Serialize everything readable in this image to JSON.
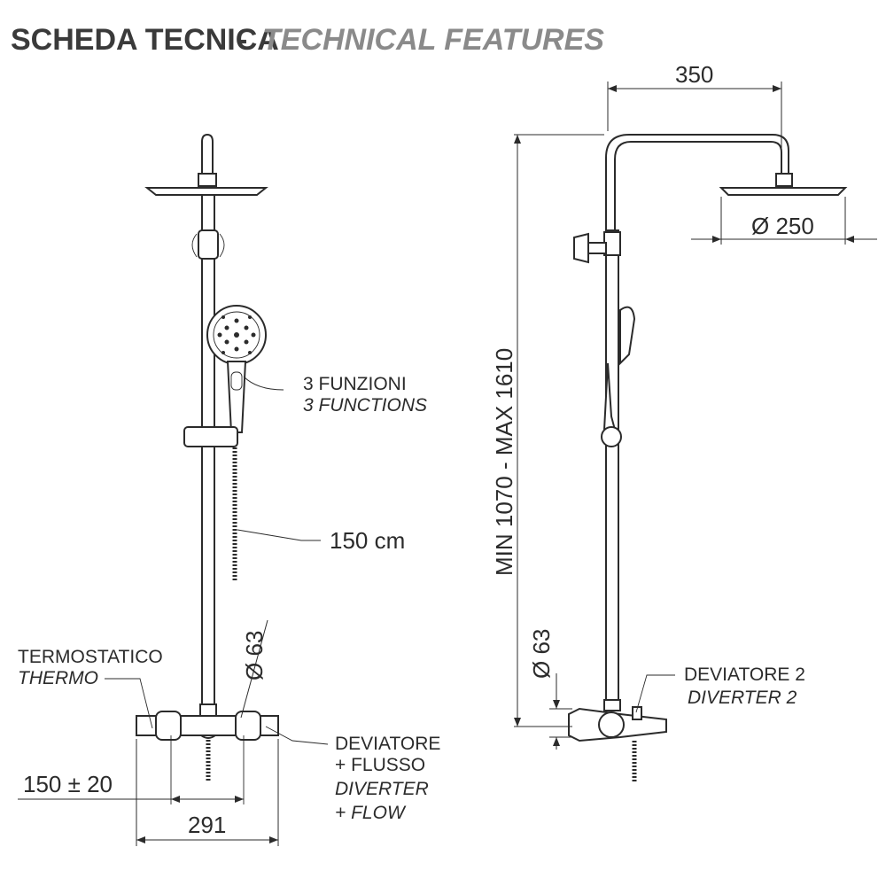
{
  "title": {
    "main": "SCHEDA TECNICA",
    "separator": "-",
    "sub": "TECHNICAL FEATURES"
  },
  "labels": {
    "funzioni_it": "3 FUNZIONI",
    "funzioni_en": "3 FUNCTIONS",
    "hose_length": "150 cm",
    "termostatico_it": "TERMOSTATICO",
    "termostatico_en": "THERMO",
    "deviatore_it_1": "DEVIATORE",
    "deviatore_it_2": "+ FLUSSO",
    "deviatore_en_1": "DIVERTER",
    "deviatore_en_2": "+ FLOW",
    "deviatore2_it": "DEVIATORE 2",
    "deviatore2_en": "DIVERTER 2"
  },
  "dimensions": {
    "arm_length": "350",
    "head_diameter": "Ø 250",
    "height_range": "MIN 1070 - MAX 1610",
    "mixer_diameter_front": "Ø 63",
    "mixer_diameter_side": "Ø 63",
    "inlet_spacing": "150 ± 20",
    "mixer_width": "291"
  }
}
